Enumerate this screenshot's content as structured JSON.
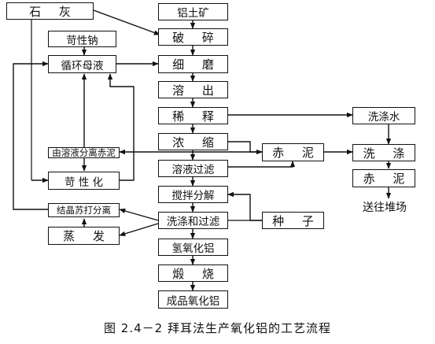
{
  "nodes": {
    "lime": "石 灰",
    "bauxite": "铝土矿",
    "caustic_soda": "苛性钠",
    "crushing": "破 碎",
    "recycled_mother_liquor": "循环母液",
    "fine_grinding": "细 磨",
    "digestion": "溶 出",
    "dilution": "稀 释",
    "wash_water": "洗涤水",
    "thickening": "浓 缩",
    "red_mud_1": "赤 泥",
    "washing": "洗 涤",
    "separate_red_mud": "由溶液分离赤泥",
    "solution_filtration": "溶液过滤",
    "red_mud_2": "赤 泥",
    "causticization": "苛 性 化",
    "stirred_decomposition": "搅拌分解",
    "crystallized_soda_separation": "结晶苏打分离",
    "wash_and_filter": "洗涤和过滤",
    "seed": "种 子",
    "evaporation": "蒸 发",
    "aluminum_hydroxide": "氢氧化铝",
    "calcination": "煅 烧",
    "product_alumina": "成品氧化铝"
  },
  "labels": {
    "to_stockyard": "送往堆场"
  },
  "caption": "图 2.4－2   拜耳法生产氧化铝的工艺流程"
}
